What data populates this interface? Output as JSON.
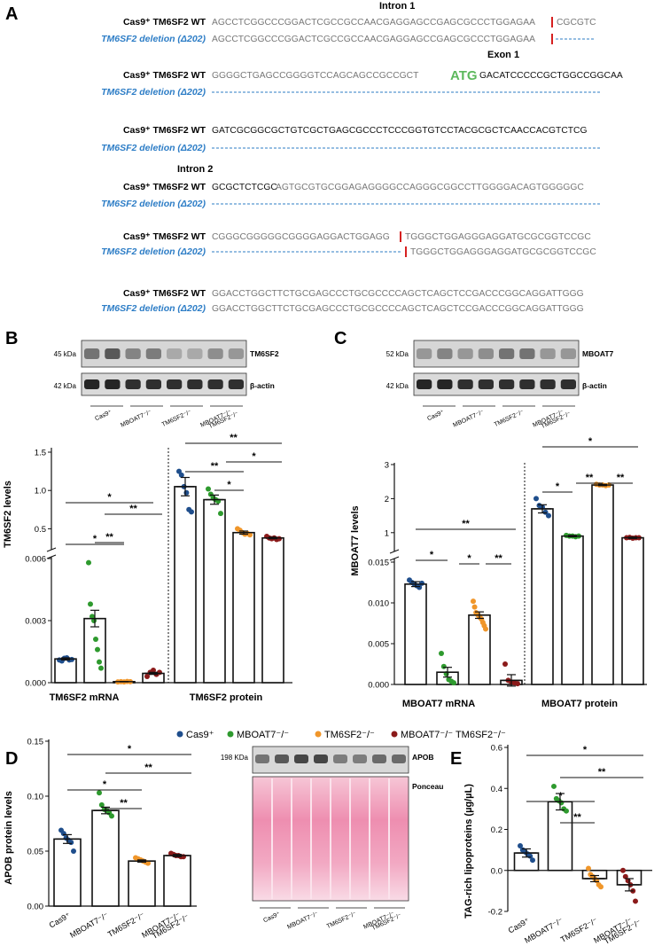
{
  "panel_labels": {
    "a": "A",
    "b": "B",
    "c": "C",
    "d": "D",
    "e": "E"
  },
  "colors": {
    "cas9": "#1f4e8c",
    "mboat7": "#2e9a2e",
    "tm6sf2": "#f0962a",
    "double": "#8b1a1a",
    "del_label": "#2d7dc6",
    "atg": "#5cb85c",
    "cut": "#d62020"
  },
  "panel_a": {
    "intron1_label": "Intron 1",
    "exon1_label": "Exon 1",
    "intron2_label": "Intron 2",
    "wt_label": "Cas9⁺ TM6SF2 WT",
    "del_label": "TM6SF2 deletion (Δ202)",
    "blocks": [
      {
        "wt": "AGCCTCGGCCCGGACTCGCCGCCAACGAGGAGCCGAGCGCCCTGGAGAA",
        "wt_tail": "CGCGTC",
        "del": "AGCCTCGGCCCGGACTCGCCGCCAACGAGGAGCCGAGCGCCCTGGAGAA"
      },
      {
        "wt_pre": "GGGGCTGAGCCGGGGTCCAGCAGCCGCCGCT",
        "atg": "ATG",
        "wt_post": "GACATCCCCCGCTGGCCGGCAA"
      },
      {
        "wt": "GATCGCGGCGCTGTCGCTGAGCGCCCTCCCGGTGTCCTACGCGCTCAACCACGTCTCG"
      },
      {
        "wt_black": "GCGCTCTCGC",
        "wt_grey": "AGTGCGTGCGGAGAGGGGCCAGGGCGGCCTTGGGGACAGTGGGGGC"
      },
      {
        "wt": "CGGGCGGGGGCGGGGAGGACTGGAGG",
        "wt_tail": "TGGGCTGGAGGGAGGATGCGCGGTCCGC",
        "del": "TGGGCTGGAGGGAGGATGCGCGGTCCGC"
      },
      {
        "wt": "GGACCTGGCTTCTGCGAGCCCTGCGCCCCAGCTCAGCTCCGACCCGGCAGGATTGGG",
        "del": "GGACCTGGCTTCTGCGAGCCCTGCGCCCCAGCTCAGCTCCGACCCGGCAGGATTGGG"
      }
    ]
  },
  "blot_b": {
    "band1": "TM6SF2",
    "band2": "β-actin",
    "kda1": "45 kDa",
    "kda2": "42 kDa"
  },
  "blot_c": {
    "band1": "MBOAT7",
    "band2": "β-actin",
    "kda1": "52 kDa",
    "kda2": "42 kDa"
  },
  "blot_d": {
    "band1": "APOB",
    "band2": "Ponceau",
    "kda1": "198 KDa"
  },
  "groups": [
    "Cas9⁺",
    "MBOAT7⁻/⁻",
    "TM6SF2⁻/⁻",
    "MBOAT7⁻/⁻ TM6SF2⁻/⁻"
  ],
  "group_tick_lines": [
    [
      "Cas9⁺"
    ],
    [
      "MBOAT7⁻/⁻"
    ],
    [
      "TM6SF2⁻/⁻"
    ],
    [
      "MBOAT7⁻/⁻",
      "TM6SF2⁻/⁻"
    ]
  ],
  "legend": {
    "items": [
      "Cas9⁺",
      "MBOAT7⁻/⁻",
      "TM6SF2⁻/⁻",
      "MBOAT7⁻/⁻ TM6SF2⁻/⁻"
    ]
  },
  "chart_data": [
    {
      "id": "B",
      "type": "bar",
      "ylabel": "TM6SF2 levels",
      "broken_axis": true,
      "lower_ylim": [
        0,
        0.006
      ],
      "lower_ticks": [
        "0.000",
        "0.003",
        "0.006"
      ],
      "upper_ylim": [
        0.25,
        1.5
      ],
      "upper_ticks": [
        "0.5",
        "1.0",
        "1.5"
      ],
      "sections": [
        {
          "xlabel": "TM6SF2 mRNA",
          "axis": "lower",
          "values": [
            0.00115,
            0.0031,
            5e-05,
            0.00045
          ],
          "sems": [
            5e-05,
            0.0004,
            1e-05,
            5e-05
          ],
          "points": [
            [
              0.0011,
              0.00105,
              0.00118,
              0.0012,
              0.0011,
              0.00112
            ],
            [
              0.0058,
              0.0038,
              0.0032,
              0.003,
              0.0021,
              0.0016,
              0.001,
              0.0007
            ],
            [
              4e-05,
              5e-05,
              4e-05,
              6e-05,
              5e-05
            ],
            [
              0.0003,
              0.0005,
              0.0006,
              0.0004,
              0.0005
            ]
          ]
        },
        {
          "xlabel": "TM6SF2 protein",
          "axis": "upper",
          "values": [
            1.05,
            0.88,
            0.45,
            0.38
          ],
          "sems": [
            0.12,
            0.06,
            0.02,
            0.01
          ],
          "points": [
            [
              1.25,
              1.2,
              1.05,
              0.97,
              0.75,
              0.72
            ],
            [
              1.02,
              0.95,
              0.9,
              0.88,
              0.86,
              0.7
            ],
            [
              0.5,
              0.48,
              0.45,
              0.43,
              0.44,
              0.42
            ],
            [
              0.4,
              0.38,
              0.37,
              0.38,
              0.36,
              0.37
            ]
          ]
        }
      ],
      "significance": [
        "*",
        "*",
        "**",
        "**",
        "**",
        "*",
        "*"
      ]
    },
    {
      "id": "C",
      "type": "bar",
      "ylabel": "MBOAT7 levels",
      "broken_axis": true,
      "lower_ylim": [
        0,
        0.015
      ],
      "lower_ticks": [
        "0.000",
        "0.005",
        "0.010",
        "0.015"
      ],
      "upper_ylim": [
        0.5,
        3
      ],
      "upper_ticks": [
        "1",
        "2",
        "3"
      ],
      "sections": [
        {
          "xlabel": "MBOAT7 mRNA",
          "axis": "lower",
          "values": [
            0.0123,
            0.0015,
            0.0085,
            0.0005
          ],
          "sems": [
            0.0003,
            0.0006,
            0.0004,
            0.0007
          ],
          "points": [
            [
              0.0128,
              0.0125,
              0.0123,
              0.0121,
              0.0119,
              0.0124
            ],
            [
              0.0038,
              0.0022,
              0.0013,
              0.0006,
              0.0004,
              0.0002
            ],
            [
              0.0102,
              0.0095,
              0.0088,
              0.0086,
              0.0084,
              0.0082,
              0.008,
              0.0076,
              0.0072,
              0.0068
            ],
            [
              0.0025,
              0.0005,
              0.0003,
              0.0002,
              0.0001
            ]
          ]
        },
        {
          "xlabel": "MBOAT7 protein",
          "axis": "upper",
          "values": [
            1.7,
            0.9,
            2.4,
            0.85
          ],
          "sems": [
            0.12,
            0.02,
            0.02,
            0.02
          ],
          "points": [
            [
              2.0,
              1.8,
              1.75,
              1.6,
              1.5
            ],
            [
              0.92,
              0.9,
              0.9,
              0.88,
              0.9
            ],
            [
              2.42,
              2.4,
              2.4,
              2.38,
              2.4
            ],
            [
              0.85,
              0.86,
              0.84,
              0.85,
              0.85
            ]
          ]
        }
      ],
      "significance": [
        "**",
        "*",
        "*",
        "**",
        "*",
        "**",
        "**",
        "*"
      ]
    },
    {
      "id": "D",
      "type": "bar",
      "ylabel": "APOB protein levels",
      "ylim": [
        0,
        0.15
      ],
      "yticks": [
        "0.00",
        "0.05",
        "0.10",
        "0.15"
      ],
      "values": [
        0.061,
        0.087,
        0.041,
        0.046
      ],
      "sems": [
        0.004,
        0.003,
        0.001,
        0.001
      ],
      "points": [
        [
          0.069,
          0.066,
          0.062,
          0.06,
          0.058,
          0.05
        ],
        [
          0.103,
          0.092,
          0.088,
          0.087,
          0.085,
          0.082
        ],
        [
          0.044,
          0.043,
          0.042,
          0.041,
          0.04,
          0.039
        ],
        [
          0.048,
          0.047,
          0.046,
          0.046,
          0.045,
          0.045
        ]
      ],
      "significance": [
        "*",
        "**",
        "*",
        "**"
      ]
    },
    {
      "id": "E",
      "type": "bar",
      "ylabel": "TAG-rich lipoproteins (µg/µL)",
      "ylim": [
        -0.2,
        0.6
      ],
      "yticks": [
        "-0.2",
        "0.0",
        "0.2",
        "0.4",
        "0.6"
      ],
      "values": [
        0.085,
        0.335,
        -0.04,
        -0.07
      ],
      "sems": [
        0.02,
        0.04,
        0.015,
        0.03
      ],
      "points": [
        [
          0.12,
          0.1,
          0.09,
          0.08,
          0.07,
          0.05
        ],
        [
          0.41,
          0.35,
          0.34,
          0.33,
          0.3,
          0.29
        ],
        [
          0.01,
          -0.02,
          -0.03,
          -0.04,
          -0.05,
          -0.07,
          -0.08
        ],
        [
          0.0,
          -0.03,
          -0.05,
          -0.07,
          -0.1,
          -0.15
        ]
      ],
      "significance": [
        "*",
        "**",
        "*",
        "**"
      ]
    }
  ]
}
